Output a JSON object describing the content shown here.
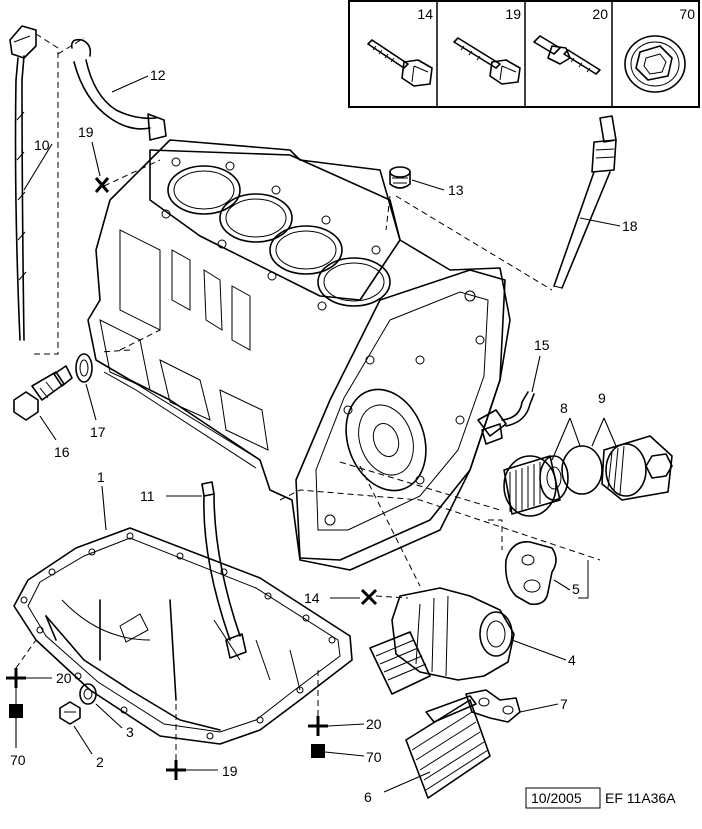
{
  "legend": {
    "items": [
      {
        "number": "14"
      },
      {
        "number": "19"
      },
      {
        "number": "20"
      },
      {
        "number": "70"
      }
    ]
  },
  "callouts": {
    "c1": "1",
    "c2": "2",
    "c3": "3",
    "c4": "4",
    "c5": "5",
    "c6": "6",
    "c7": "7",
    "c8": "8",
    "c9": "9",
    "c10": "10",
    "c11": "11",
    "c12": "12",
    "c13": "13",
    "c14": "14",
    "c15": "15",
    "c16": "16",
    "c17": "17",
    "c18": "18",
    "c19a": "19",
    "c19b": "19",
    "c20a": "20",
    "c20b": "20",
    "c70a": "70",
    "c70b": "70"
  },
  "footer": {
    "date": "10/2005",
    "code": "EF 11A36A"
  }
}
